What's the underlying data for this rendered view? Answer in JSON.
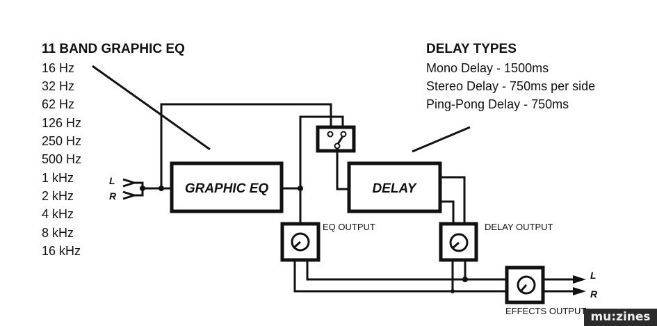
{
  "eq_panel": {
    "title": "11 BAND GRAPHIC EQ",
    "bands": [
      "16 Hz",
      "32 Hz",
      "62 Hz",
      "126 Hz",
      "250 Hz",
      "500 Hz",
      "1 kHz",
      "2 kHz",
      "4 kHz",
      "8 kHz",
      "16 kHz"
    ]
  },
  "delay_panel": {
    "title": "DELAY TYPES",
    "types": [
      "Mono Delay - 1500ms",
      "Stereo Delay - 750ms per side",
      "Ping-Pong Delay - 750ms"
    ]
  },
  "blocks": {
    "eq": "GRAPHIC EQ",
    "delay": "DELAY"
  },
  "knobs": {
    "eq_output": "EQ OUTPUT",
    "delay_output": "DELAY OUTPUT",
    "effects_output": "EFFECTS OUTPUT"
  },
  "channels": {
    "in_left": "L",
    "in_right": "R",
    "out_left": "L",
    "out_right": "R"
  },
  "watermark": "mu:zines"
}
